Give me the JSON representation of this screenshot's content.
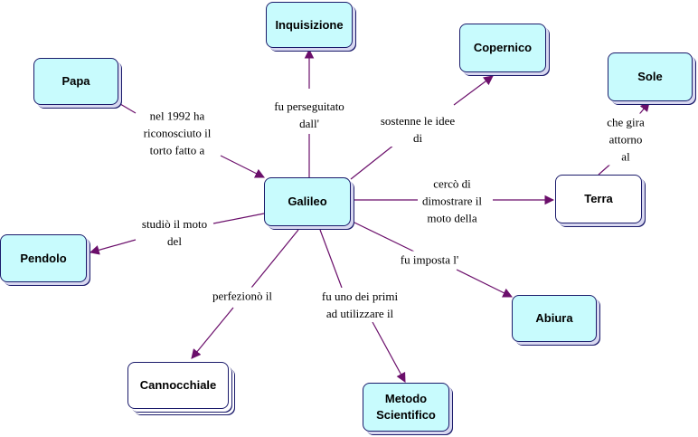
{
  "nodes": {
    "galileo": "Galileo",
    "inquisizione": "Inquisizione",
    "copernico": "Copernico",
    "papa": "Papa",
    "sole": "Sole",
    "terra": "Terra",
    "pendolo": "Pendolo",
    "abiura": "Abiura",
    "cannocchiale": "Cannocchiale",
    "metodo": "Metodo\nScientifico"
  },
  "links": {
    "papa": "nel 1992 ha\nriconosciuto il\ntorto fatto a",
    "inquisizione": "fu perseguitato\ndall'",
    "copernico": "sostenne le idee\ndi",
    "terra": "cercò di\ndimostrare il\nmoto della",
    "sole": "che gira attorno\nal",
    "pendolo": "studiò il moto\ndel",
    "abiura": "fu imposta l'",
    "cannocchiale": "perfezionò il",
    "metodo": "fu uno dei primi\nad utilizzare il"
  },
  "colors": {
    "edge": "#6b0f6b",
    "node_fill": "#c8fbfd",
    "node_border": "#1b1b6b"
  }
}
